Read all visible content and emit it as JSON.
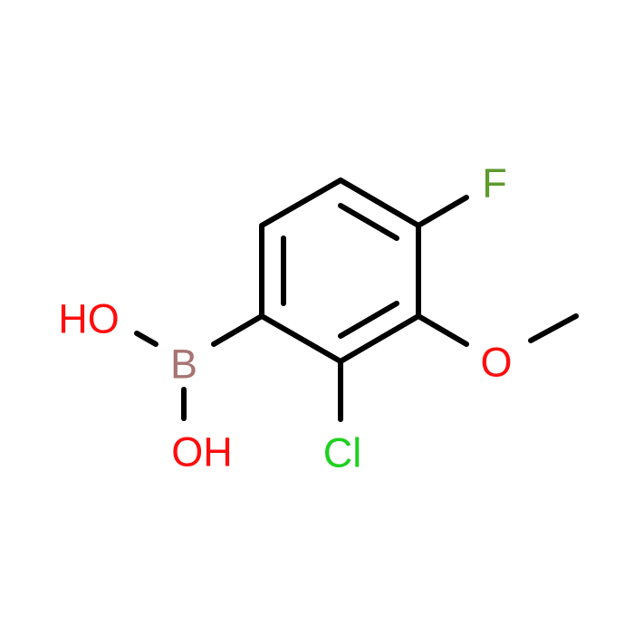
{
  "molecule": {
    "atoms": {
      "hydroxyl_top": {
        "label": "HO",
        "element": "O",
        "color": "#ff0d0d"
      },
      "boron": {
        "label": "B",
        "element": "B",
        "color": "#a87373"
      },
      "hydroxyl_bottom": {
        "label": "OH",
        "element": "O",
        "color": "#ff0d0d"
      },
      "chlorine": {
        "label": "Cl",
        "element": "Cl",
        "color": "#1fd01f"
      },
      "fluorine": {
        "label": "F",
        "element": "F",
        "color": "#5e9a2e"
      },
      "methoxy_oxygen": {
        "label": "O",
        "element": "O",
        "color": "#ff0d0d"
      }
    },
    "bond_color": "#000000"
  }
}
